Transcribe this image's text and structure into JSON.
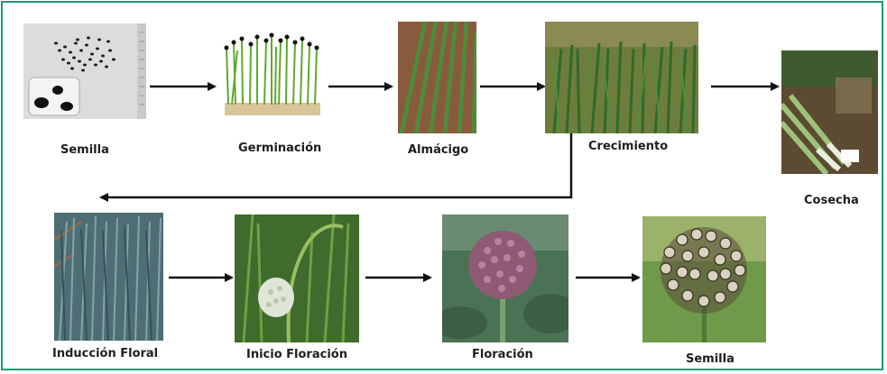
{
  "stages": {
    "semilla_1": "Semilla",
    "germinacion": "Germinación",
    "almacigo": "Almácigo",
    "crecimiento": "Crecimiento",
    "cosecha": "Cosecha",
    "induccion_floral": "Inducción Floral",
    "inicio_floracion": "Inicio Floración",
    "floracion": "Floración",
    "semilla_2": "Semilla"
  },
  "colors": {
    "border": "#1a9a7a",
    "arrow": "#111111",
    "label_text": "#1e1e1e"
  }
}
